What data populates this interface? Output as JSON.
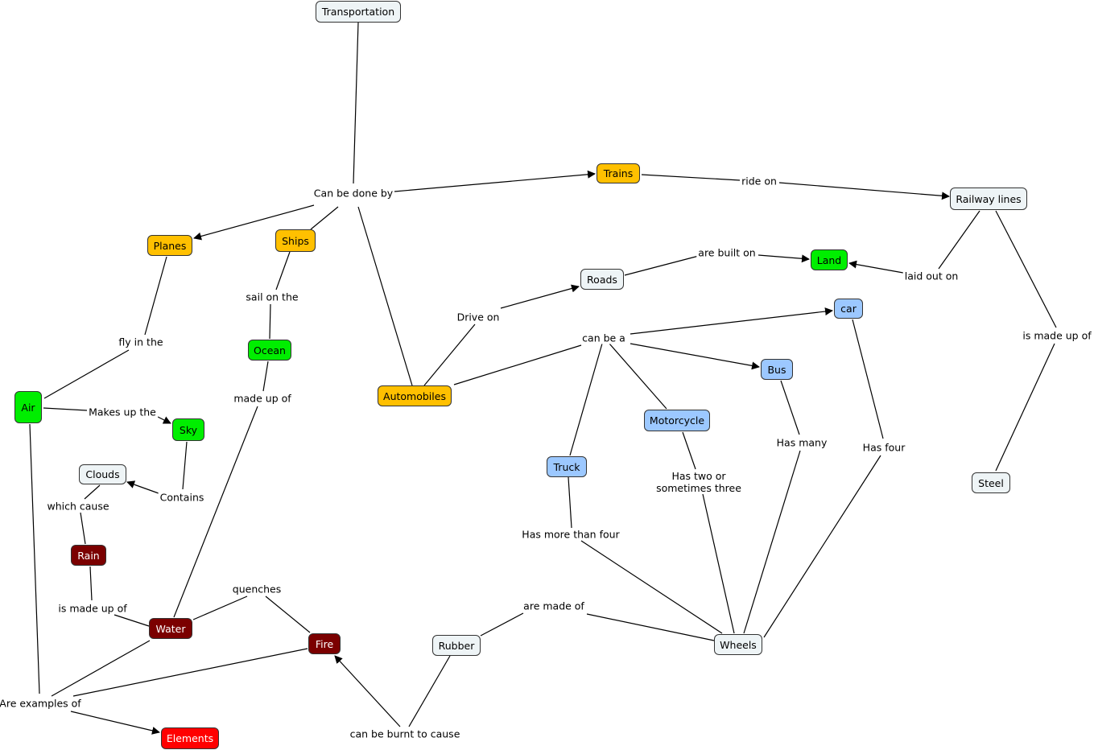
{
  "colors": {
    "concept_default": "#eef4f6",
    "vehicle_mode": "#ffc000",
    "environment": "#00ee00",
    "automobile_type": "#9cc8ff",
    "element_dark": "#7b0000",
    "elements": "#ff0000",
    "line": "#000000"
  },
  "nodes": {
    "transportation": "Transportation",
    "trains": "Trains",
    "railway_lines": "Railway lines",
    "planes": "Planes",
    "ships": "Ships",
    "roads": "Roads",
    "land": "Land",
    "car": "car",
    "ocean": "Ocean",
    "air": "Air",
    "sky": "Sky",
    "automobiles": "Automobiles",
    "bus": "Bus",
    "motorcycle": "Motorcycle",
    "truck": "Truck",
    "clouds": "Clouds",
    "steel": "Steel",
    "rain": "Rain",
    "water": "Water",
    "fire": "Fire",
    "rubber": "Rubber",
    "wheels": "Wheels",
    "elements": "Elements"
  },
  "links": {
    "can_be_done_by": "Can be done by",
    "ride_on": "ride on",
    "are_built_on": "are built on",
    "laid_out_on": "laid out on",
    "sail_on_the": "sail on the",
    "fly_in_the": "fly in the",
    "drive_on": "Drive on",
    "can_be_a": "can be a",
    "is_made_up_of_steel": "is made up of",
    "made_up_of": "made up of",
    "makes_up_the": "Makes up the",
    "has_many": "Has many",
    "has_four": "Has four",
    "contains": "Contains",
    "which_cause": "which cause",
    "has_two_or_three": "Has two or\nsometimes three",
    "has_more_than_four": "Has more than four",
    "quenches": "quenches",
    "is_made_up_of_water": "is made up of",
    "are_made_of": "are made of",
    "are_examples_of": "Are examples of",
    "can_be_burnt_to_cause": "can be burnt to cause"
  }
}
